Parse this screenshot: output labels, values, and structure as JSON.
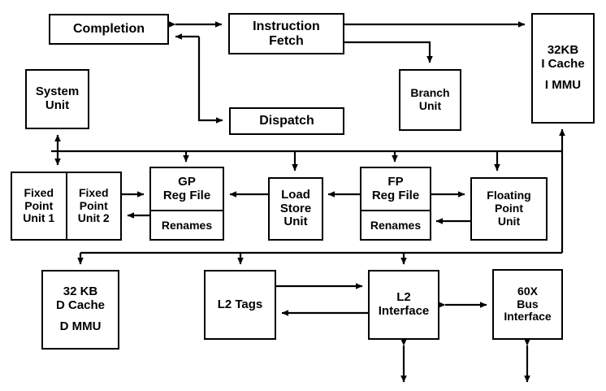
{
  "diagram": {
    "title": "PowerPC processor block diagram",
    "stroke_color": "#000000",
    "background_color": "#ffffff",
    "blocks": [
      {
        "id": "completion",
        "label_lines": [
          "Completion"
        ]
      },
      {
        "id": "instruction_fetch",
        "label_lines": [
          "Instruction",
          "Fetch"
        ]
      },
      {
        "id": "icache",
        "label_lines": [
          "32KB",
          "I Cache",
          "",
          "I MMU"
        ]
      },
      {
        "id": "system_unit",
        "label_lines": [
          "System",
          "Unit"
        ]
      },
      {
        "id": "dispatch",
        "label_lines": [
          "Dispatch"
        ]
      },
      {
        "id": "branch_unit",
        "label_lines": [
          "Branch",
          "Unit"
        ]
      },
      {
        "id": "fxu1",
        "label_lines": [
          "Fixed",
          "Point",
          "Unit 1"
        ]
      },
      {
        "id": "fxu2",
        "label_lines": [
          "Fixed",
          "Point",
          "Unit 2"
        ]
      },
      {
        "id": "gp_reg_file",
        "label_lines": [
          "GP",
          "Reg File"
        ],
        "sub_label": "Renames"
      },
      {
        "id": "load_store_unit",
        "label_lines": [
          "Load",
          "Store",
          "Unit"
        ]
      },
      {
        "id": "fp_reg_file",
        "label_lines": [
          "FP",
          "Reg File"
        ],
        "sub_label": "Renames"
      },
      {
        "id": "floating_point_unit",
        "label_lines": [
          "Floating",
          "Point",
          "Unit"
        ]
      },
      {
        "id": "dcache",
        "label_lines": [
          "32 KB",
          "D Cache",
          "",
          "D MMU"
        ]
      },
      {
        "id": "l2_tags",
        "label_lines": [
          "L2 Tags"
        ]
      },
      {
        "id": "l2_interface",
        "label_lines": [
          "L2",
          "Interface"
        ]
      },
      {
        "id": "bus_interface",
        "label_lines": [
          "60X",
          "Bus",
          "Interface"
        ]
      }
    ],
    "labels": {
      "completion": "Completion",
      "instruction_fetch_1": "Instruction",
      "instruction_fetch_2": "Fetch",
      "icache_1": "32KB",
      "icache_2": "I Cache",
      "icache_3": "I MMU",
      "system_unit_1": "System",
      "system_unit_2": "Unit",
      "dispatch": "Dispatch",
      "branch_unit_1": "Branch",
      "branch_unit_2": "Unit",
      "fxu1_1": "Fixed",
      "fxu1_2": "Point",
      "fxu1_3": "Unit 1",
      "fxu2_1": "Fixed",
      "fxu2_2": "Point",
      "fxu2_3": "Unit 2",
      "gp_reg_file_1": "GP",
      "gp_reg_file_2": "Reg File",
      "gp_renames": "Renames",
      "load_store_unit_1": "Load",
      "load_store_unit_2": "Store",
      "load_store_unit_3": "Unit",
      "fp_reg_file_1": "FP",
      "fp_reg_file_2": "Reg File",
      "fp_renames": "Renames",
      "floating_point_unit_1": "Floating",
      "floating_point_unit_2": "Point",
      "floating_point_unit_3": "Unit",
      "dcache_1": "32 KB",
      "dcache_2": "D Cache",
      "dcache_3": "D MMU",
      "l2_tags": "L2 Tags",
      "l2_interface_1": "L2",
      "l2_interface_2": "Interface",
      "bus_interface_1": "60X",
      "bus_interface_2": "Bus",
      "bus_interface_3": "Interface"
    },
    "connections": [
      {
        "from": "completion",
        "to": "instruction_fetch",
        "type": "bidirectional"
      },
      {
        "from": "instruction_fetch",
        "to": "completion",
        "type": "directed"
      },
      {
        "from": "instruction_fetch",
        "to": "dispatch",
        "type": "directed"
      },
      {
        "from": "instruction_fetch",
        "to": "icache",
        "type": "directed"
      },
      {
        "from": "instruction_fetch",
        "to": "branch_unit",
        "type": "directed"
      },
      {
        "from": "upper_bus",
        "to": "system_unit",
        "type": "bidirectional"
      },
      {
        "from": "upper_bus",
        "to": "fxu1",
        "type": "directed"
      },
      {
        "from": "upper_bus",
        "to": "gp_reg_file",
        "type": "directed"
      },
      {
        "from": "upper_bus",
        "to": "load_store_unit",
        "type": "directed"
      },
      {
        "from": "upper_bus",
        "to": "fp_reg_file",
        "type": "directed"
      },
      {
        "from": "upper_bus",
        "to": "floating_point_unit",
        "type": "directed"
      },
      {
        "from": "upper_bus",
        "to": "icache",
        "type": "directed"
      },
      {
        "from": "fxu2",
        "to": "gp_reg_file",
        "type": "directed"
      },
      {
        "from": "gp_reg_file",
        "to": "fxu2",
        "type": "directed"
      },
      {
        "from": "load_store_unit",
        "to": "gp_reg_file",
        "type": "directed"
      },
      {
        "from": "fp_reg_file",
        "to": "load_store_unit",
        "type": "directed"
      },
      {
        "from": "fp_reg_file",
        "to": "floating_point_unit",
        "type": "directed"
      },
      {
        "from": "floating_point_unit",
        "to": "fp_reg_file",
        "type": "directed"
      },
      {
        "from": "lower_bus",
        "to": "dcache",
        "type": "directed"
      },
      {
        "from": "lower_bus",
        "to": "l2_tags",
        "type": "directed"
      },
      {
        "from": "lower_bus",
        "to": "l2_interface",
        "type": "directed"
      },
      {
        "from": "l2_tags",
        "to": "l2_interface",
        "type": "directed"
      },
      {
        "from": "l2_interface",
        "to": "l2_tags",
        "type": "directed"
      },
      {
        "from": "l2_interface",
        "to": "bus_interface",
        "type": "bidirectional"
      },
      {
        "from": "l2_interface",
        "to": "external",
        "type": "bidirectional"
      },
      {
        "from": "bus_interface",
        "to": "external",
        "type": "bidirectional"
      }
    ]
  }
}
